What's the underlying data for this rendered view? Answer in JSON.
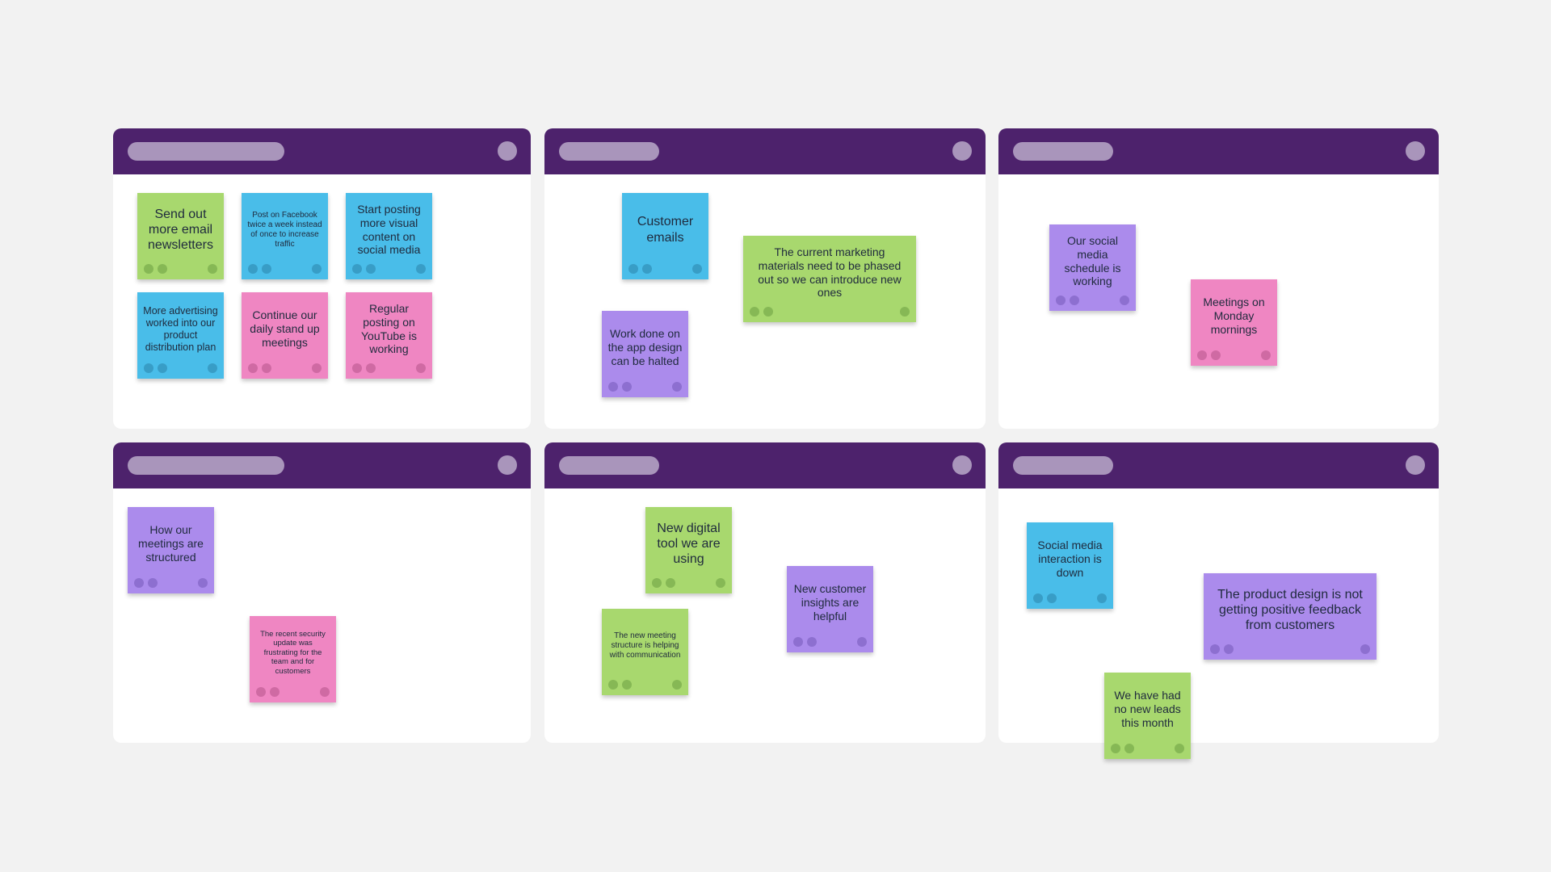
{
  "colors": {
    "header": "#4d226c",
    "green": "#a8d86e",
    "blue": "#49bde9",
    "pink": "#ef86c2",
    "purple": "#ab8bec"
  },
  "panels": [
    {
      "notes": [
        {
          "text": "Send out more email newsletters",
          "color": "green"
        },
        {
          "text": "Post on Facebook twice a week instead of once to increase traffic",
          "color": "blue"
        },
        {
          "text": "Start posting more visual content on social media",
          "color": "blue"
        },
        {
          "text": "More advertising worked into our product distribution plan",
          "color": "blue"
        },
        {
          "text": "Continue our daily stand up meetings",
          "color": "pink"
        },
        {
          "text": "Regular posting on YouTube is working",
          "color": "pink"
        }
      ]
    },
    {
      "notes": [
        {
          "text": "Customer emails",
          "color": "blue"
        },
        {
          "text": "The current marketing materials need to be phased out so we can introduce new ones",
          "color": "green"
        },
        {
          "text": "Work done on the app design can be halted",
          "color": "purple"
        }
      ]
    },
    {
      "notes": [
        {
          "text": "Our social media schedule is working",
          "color": "purple"
        },
        {
          "text": "Meetings on Monday mornings",
          "color": "pink"
        }
      ]
    },
    {
      "notes": [
        {
          "text": "How our meetings are structured",
          "color": "purple"
        },
        {
          "text": "The recent security update was frustrating for the team and for customers",
          "color": "pink"
        }
      ]
    },
    {
      "notes": [
        {
          "text": "New digital tool we are using",
          "color": "green"
        },
        {
          "text": "New customer insights are helpful",
          "color": "purple"
        },
        {
          "text": "The new meeting structure is helping with communication",
          "color": "green"
        }
      ]
    },
    {
      "notes": [
        {
          "text": "Social media interaction is down",
          "color": "blue"
        },
        {
          "text": "The product design is not getting positive feedback from customers",
          "color": "purple"
        },
        {
          "text": "We have had no new leads this month",
          "color": "green"
        }
      ]
    }
  ]
}
